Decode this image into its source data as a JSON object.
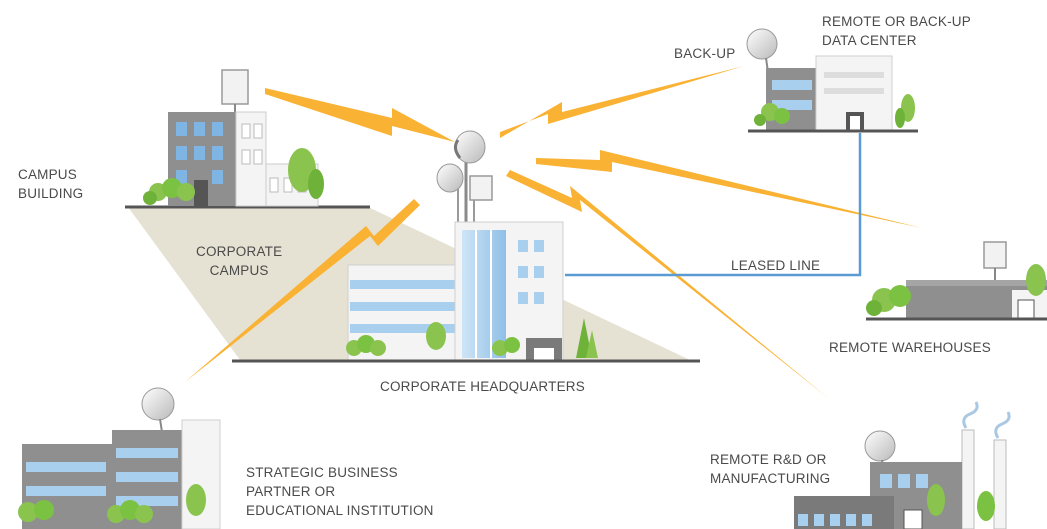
{
  "labels": {
    "campus_building": [
      "CAMPUS",
      "BUILDING"
    ],
    "corporate_campus": [
      "CORPORATE",
      "CAMPUS"
    ],
    "corporate_hq": "CORPORATE HEADQUARTERS",
    "backup": "BACK-UP",
    "remote_datacenter": [
      "REMOTE OR BACK-UP",
      "DATA CENTER"
    ],
    "leased_line": "LEASED LINE",
    "remote_warehouses": "REMOTE WAREHOUSES",
    "remote_rd": [
      "REMOTE R&D OR",
      "MANUFACTURING"
    ],
    "strategic_partner": [
      "STRATEGIC BUSINESS",
      "PARTNER OR",
      "EDUCATIONAL INSTITUTION"
    ]
  },
  "colors": {
    "wireless_link": "#F9B233",
    "leased_line": "#5A9BD4",
    "building_grey": "#8C8C8C",
    "window_blue": "#A9CFEF",
    "tree_green": "#7CC242",
    "campus_ground": "#E3DFCF",
    "label_text": "#4A4A4A"
  },
  "icons": [
    "antenna-dish-icon",
    "wireless-radio-box-icon",
    "lightning-link-icon",
    "tree-icon"
  ]
}
